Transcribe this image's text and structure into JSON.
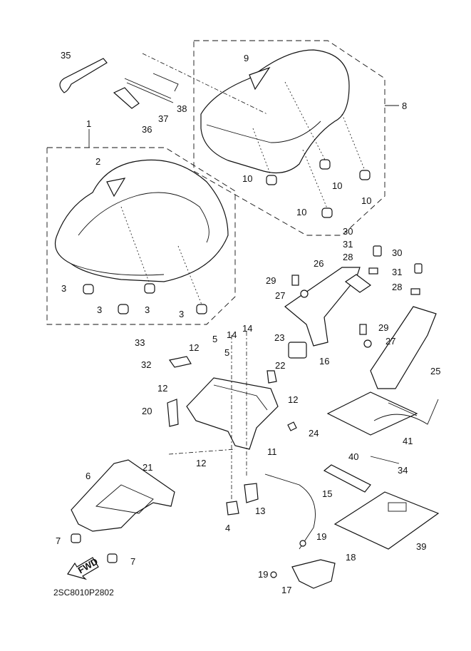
{
  "diagram_code": "2SC8010P2802",
  "fwd_arrow_text": "FWD",
  "callouts": [
    "35",
    "1",
    "2",
    "9",
    "8",
    "38",
    "37",
    "36",
    "10",
    "10",
    "10",
    "10",
    "3",
    "3",
    "3",
    "3",
    "30",
    "31",
    "28",
    "30",
    "31",
    "28",
    "29",
    "27",
    "26",
    "29",
    "27",
    "25",
    "33",
    "32",
    "12",
    "14",
    "14",
    "5",
    "5",
    "23",
    "22",
    "16",
    "12",
    "12",
    "20",
    "24",
    "11",
    "12",
    "21",
    "6",
    "41",
    "34",
    "40",
    "15",
    "13",
    "4",
    "19",
    "19",
    "18",
    "17",
    "39",
    "7",
    "7"
  ]
}
